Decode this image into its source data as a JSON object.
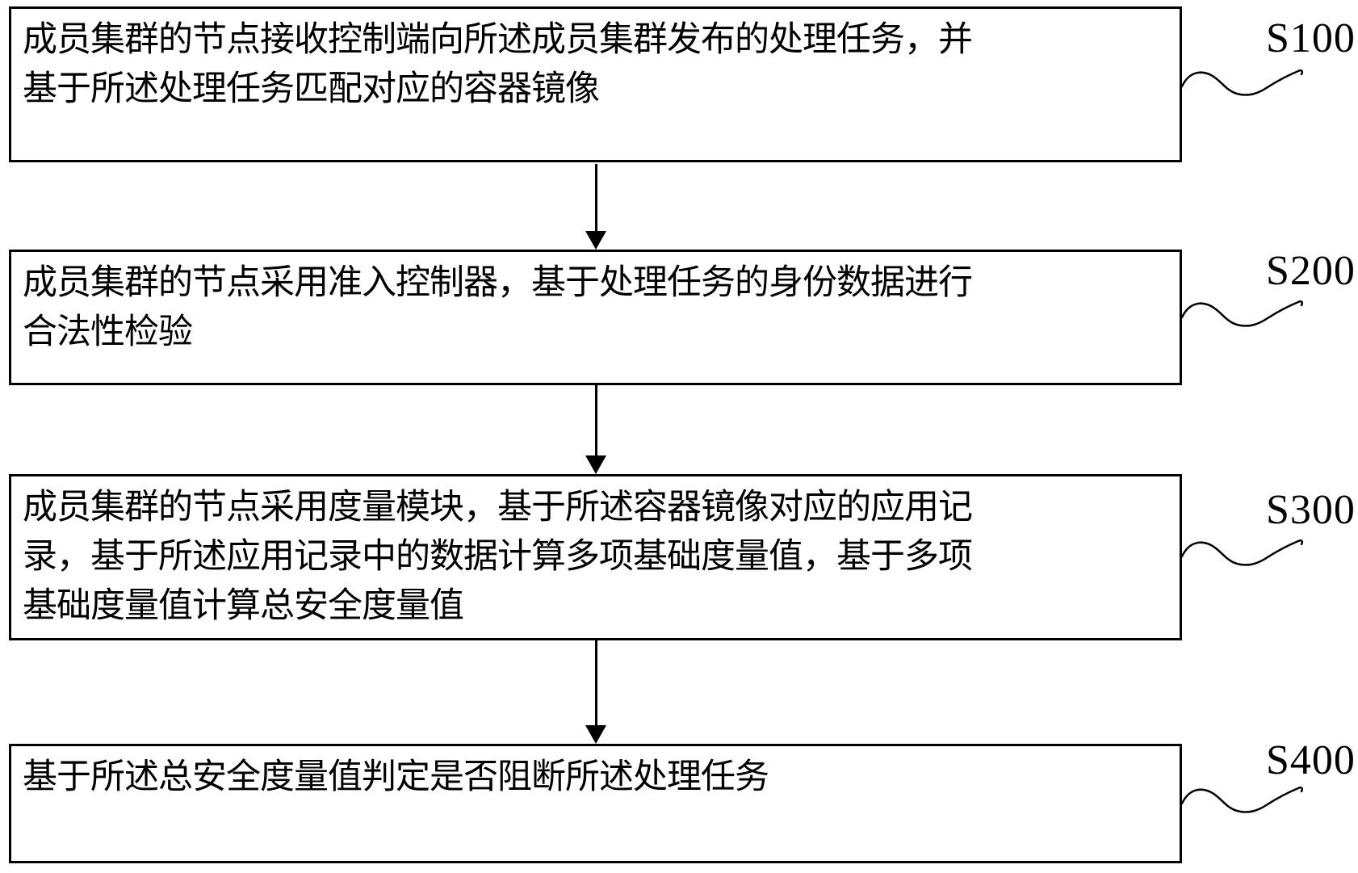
{
  "figure": {
    "background_color": "#ffffff",
    "line_color": "#000000"
  },
  "steps": [
    {
      "label": "S100",
      "lines": [
        "成员集群的节点接收控制端向所述成员集群发布的处理任务，并",
        "基于所述处理任务匹配对应的容器镜像"
      ]
    },
    {
      "label": "S200",
      "lines": [
        "成员集群的节点采用准入控制器，基于处理任务的身份数据进行",
        "合法性检验"
      ]
    },
    {
      "label": "S300",
      "lines": [
        "成员集群的节点采用度量模块，基于所述容器镜像对应的应用记",
        "录，基于所述应用记录中的数据计算多项基础度量值，基于多项",
        "基础度量值计算总安全度量值"
      ]
    },
    {
      "label": "S400",
      "lines": [
        "基于所述总安全度量值判定是否阻断所述处理任务"
      ]
    }
  ]
}
